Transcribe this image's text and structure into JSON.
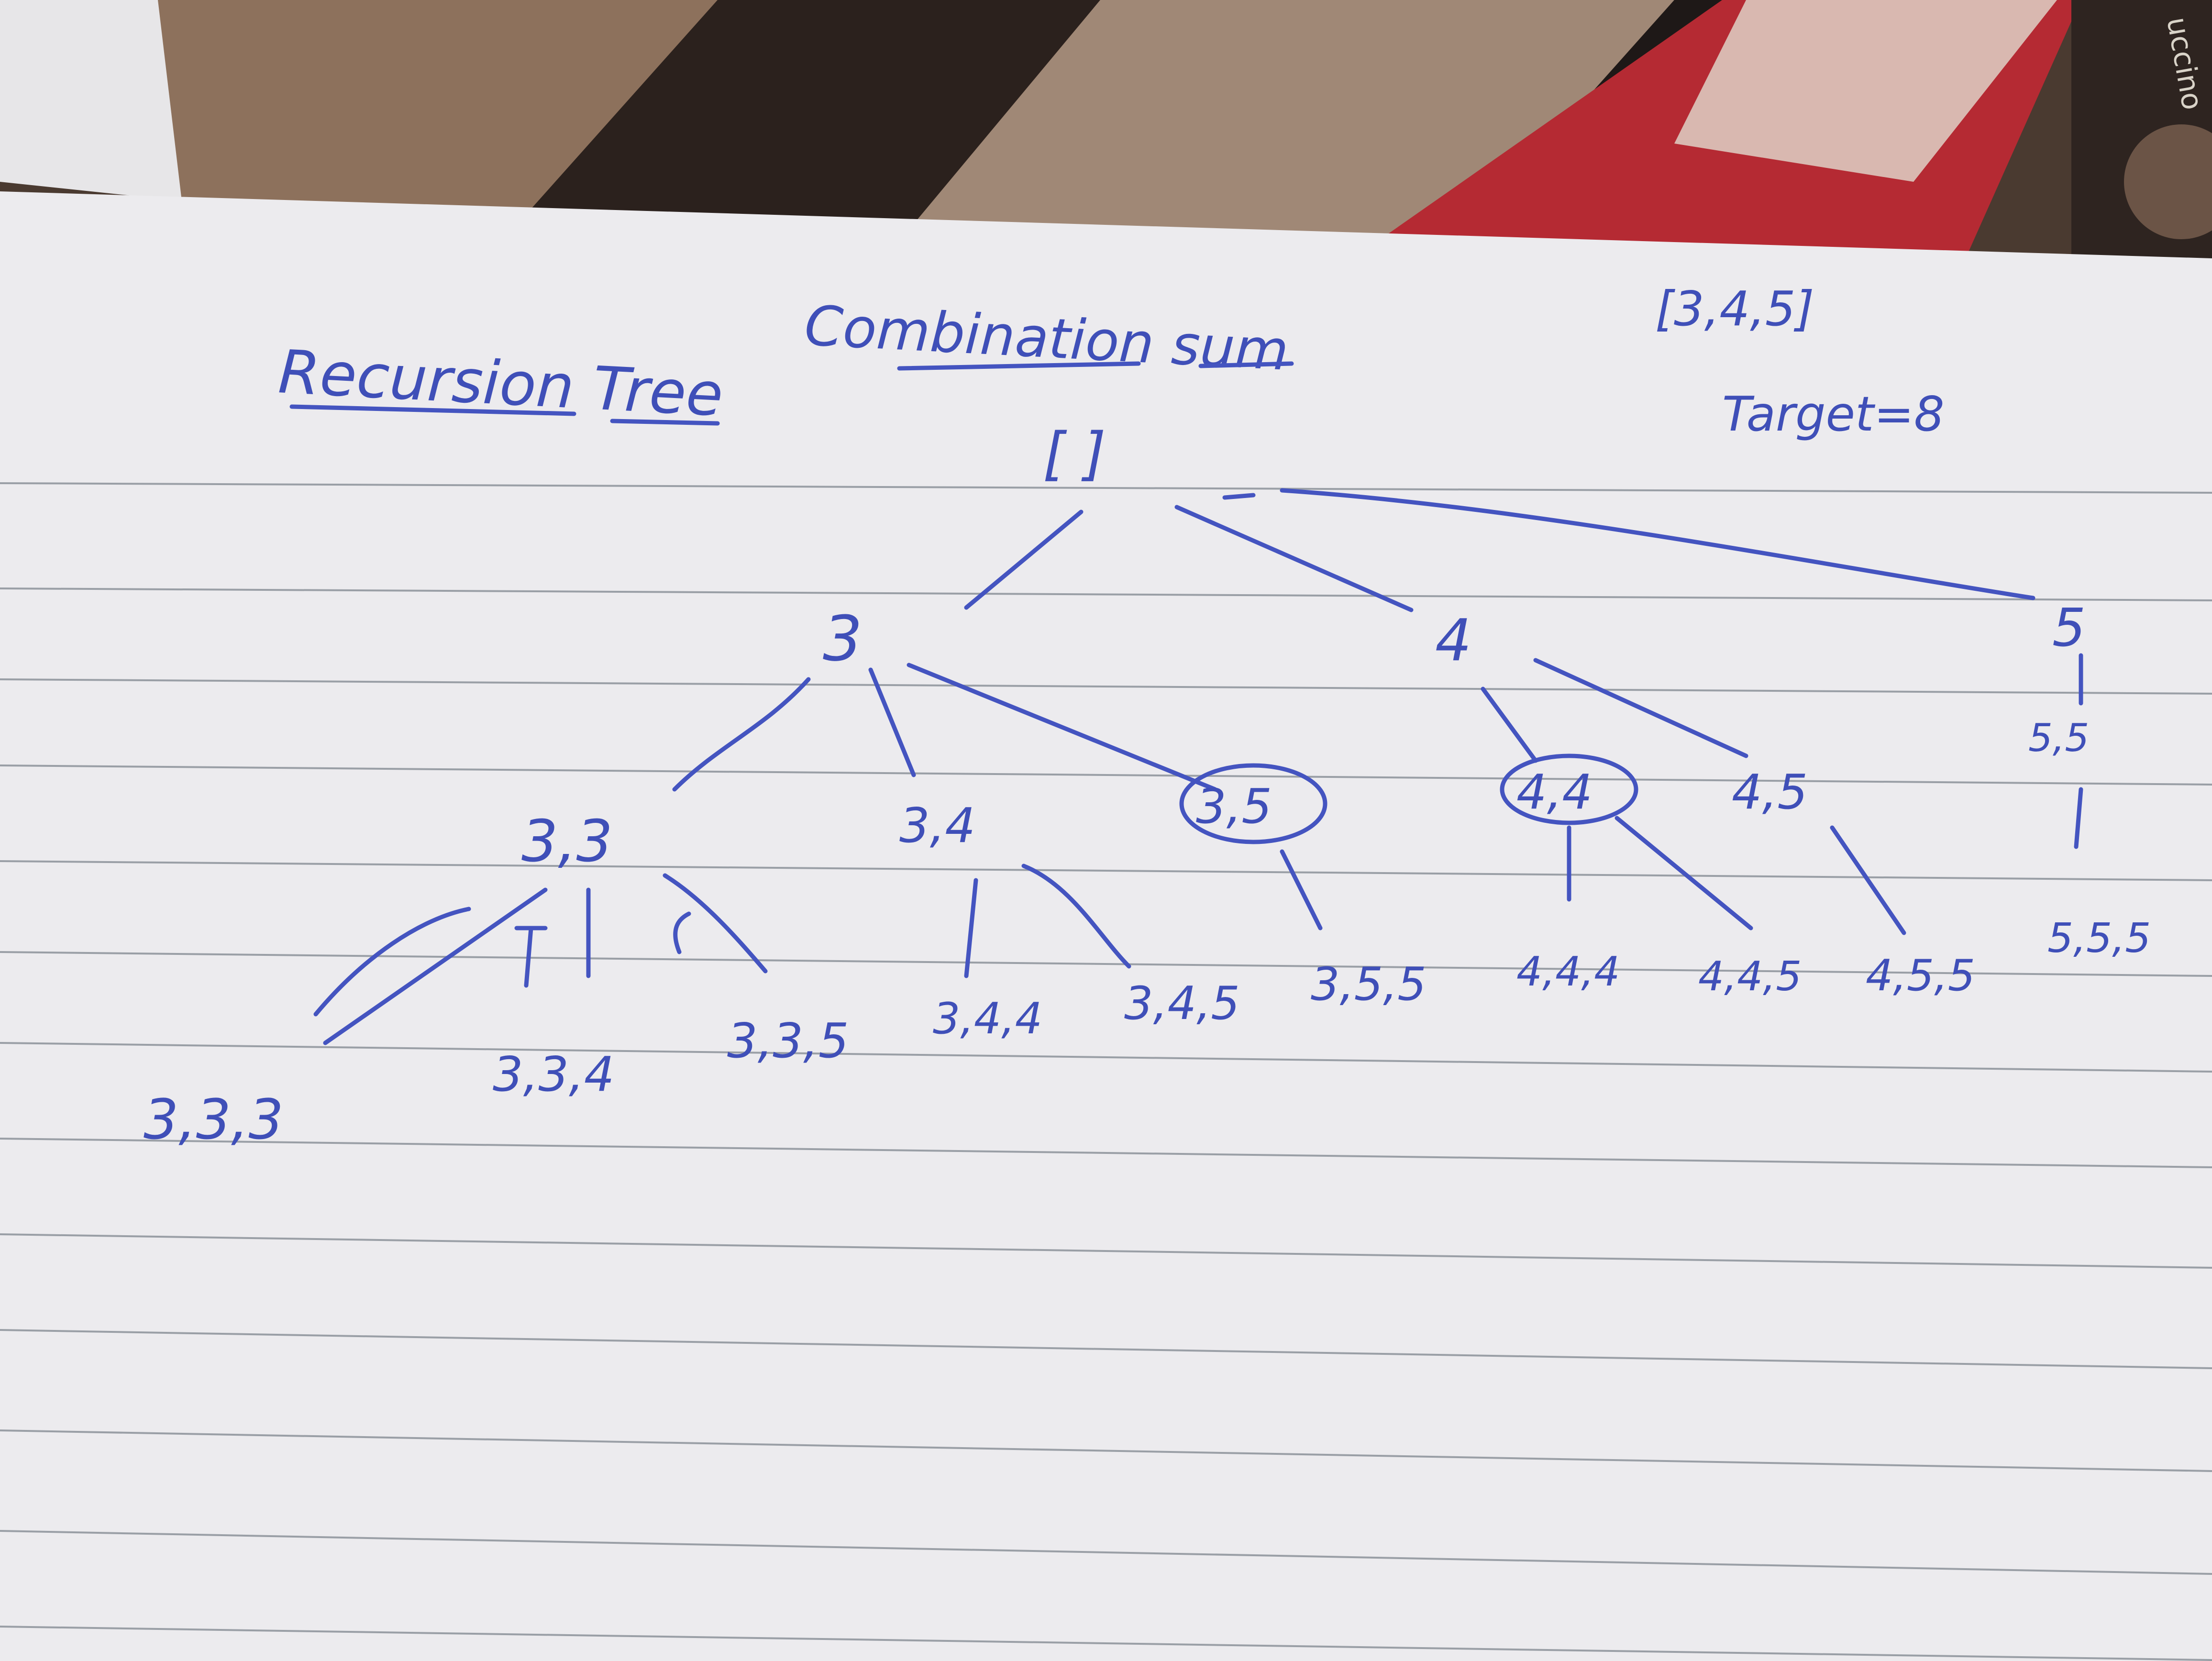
{
  "header": {
    "title_left": "Recursion Tree",
    "title_center": "Combination sum",
    "candidates": "[3,4,5]",
    "target": "Target=8"
  },
  "cover_fragment": "uccino",
  "tree": {
    "root": "[ ]",
    "level1": [
      "3",
      "4",
      "5"
    ],
    "level2": [
      "3,3",
      "3,4",
      "3,5",
      "4,4",
      "4,5",
      "5,5"
    ],
    "level3": [
      "3,3,3",
      "3,3,4",
      "3,3,5",
      "3,4,4",
      "3,4,5",
      "3,5,5",
      "4,4,4",
      "4,4,5",
      "4,5,5",
      "5,5,5"
    ]
  },
  "circled_nodes": [
    "3,5",
    "4,4"
  ],
  "colors": {
    "ink": "#4454c0",
    "paper": "#ecebee",
    "ruling": "#9a9fa6"
  }
}
